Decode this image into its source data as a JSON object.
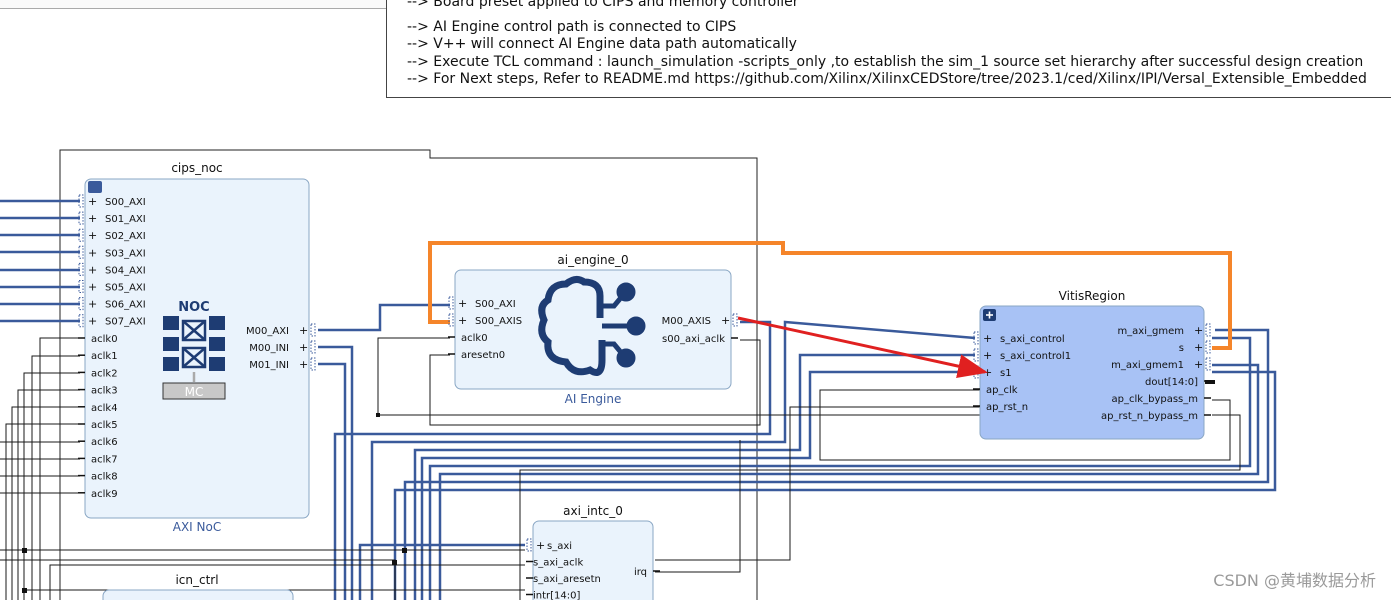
{
  "console": {
    "lines": [
      "--> Board preset applied to CIPS and memory controller",
      "--> AI Engine control path is connected to CIPS",
      "--> V++ will connect AI Engine data path automatically",
      "--> Execute TCL command : launch_simulation -scripts_only ,to establish the sim_1 source set hierarchy after successful design creation",
      "--> For Next steps, Refer to README.md https://github.com/Xilinx/XilinxCEDStore/tree/2023.1/ced/Xilinx/IPI/Versal_Extensible_Embedded"
    ]
  },
  "blocks": {
    "noc": {
      "name": "cips_noc",
      "footer": "AXI NoC",
      "inputs": [
        "S00_AXI",
        "S01_AXI",
        "S02_AXI",
        "S03_AXI",
        "S04_AXI",
        "S05_AXI",
        "S06_AXI",
        "S07_AXI"
      ],
      "clocks": [
        "aclk0",
        "aclk1",
        "aclk2",
        "aclk3",
        "aclk4",
        "aclk5",
        "aclk6",
        "aclk7",
        "aclk8",
        "aclk9"
      ],
      "outputs": [
        "M00_AXI",
        "M00_INI",
        "M01_INI"
      ],
      "logo_text": "NOC",
      "logo_sub": "MC"
    },
    "aie": {
      "name": "ai_engine_0",
      "footer": "AI Engine",
      "inputs": [
        "S00_AXI",
        "S00_AXIS",
        "aclk0",
        "aresetn0"
      ],
      "outputs": [
        "M00_AXIS",
        "s00_axi_aclk"
      ]
    },
    "vitis": {
      "name": "VitisRegion",
      "inputs": [
        "s_axi_control",
        "s_axi_control1",
        "s1",
        "ap_clk",
        "ap_rst_n"
      ],
      "outputs": [
        "m_axi_gmem",
        "s",
        "m_axi_gmem1",
        "dout[14:0]",
        "ap_clk_bypass_m",
        "ap_rst_n_bypass_m"
      ]
    },
    "intc": {
      "name": "axi_intc_0",
      "inputs": [
        "s_axi",
        "s_axi_aclk",
        "s_axi_aresetn",
        "intr[14:0]"
      ],
      "outputs": [
        "irq"
      ]
    },
    "icn": {
      "name": "icn_ctrl"
    }
  },
  "watermark": "CSDN @黄埔数据分析",
  "colors": {
    "bus": "#3a5a9b",
    "wire": "#1a1a1a",
    "block_fill": "#eaf3fc",
    "block_border": "#8aa7c4",
    "vitis_fill": "#a8c2f5",
    "highlight": "#f5852a",
    "arrow": "#e02020"
  }
}
